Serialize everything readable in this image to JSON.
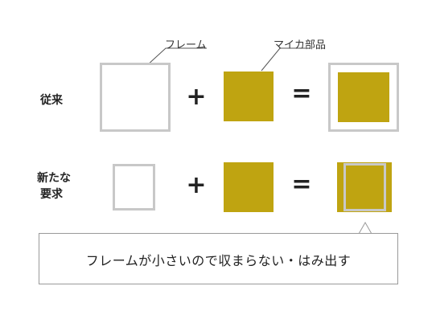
{
  "labels": {
    "frame": "フレーム",
    "mica_part": "マイカ部品"
  },
  "rows": {
    "conventional": "従来",
    "new_line1": "新たな",
    "new_line2": "要求"
  },
  "operators": {
    "plus": "+",
    "equals": "="
  },
  "note": {
    "text": "フレームが小さいので収まらない・はみ出す"
  },
  "colors": {
    "mica": "#bfa411",
    "frame": "#c8c8c8",
    "note_border": "#9a9a9a"
  }
}
